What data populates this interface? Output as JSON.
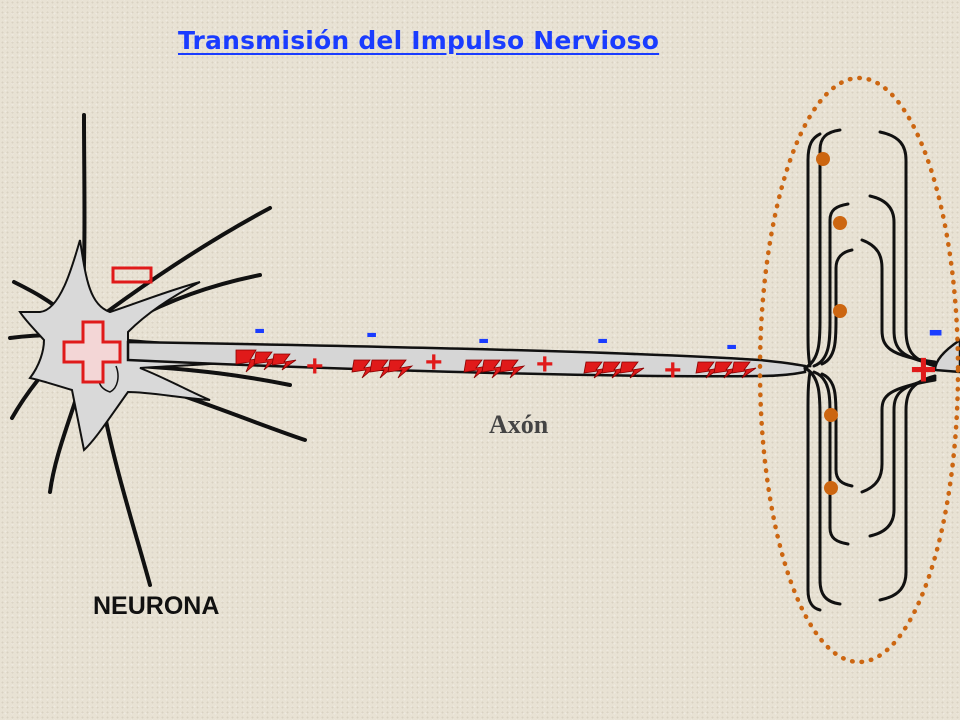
{
  "title": "Transmisión del Impulso Nervioso",
  "labels": {
    "axon": "Axón",
    "neuron": "NEURONA"
  },
  "charges": {
    "minus_symbol": "-",
    "plus_symbol": "+"
  },
  "colors": {
    "title": "#1a3cff",
    "positive_charge": "#e01a1a",
    "negative_charge": "#1a3cff",
    "vesicles": "#cc6611",
    "synapse_outline": "#cc6611"
  }
}
